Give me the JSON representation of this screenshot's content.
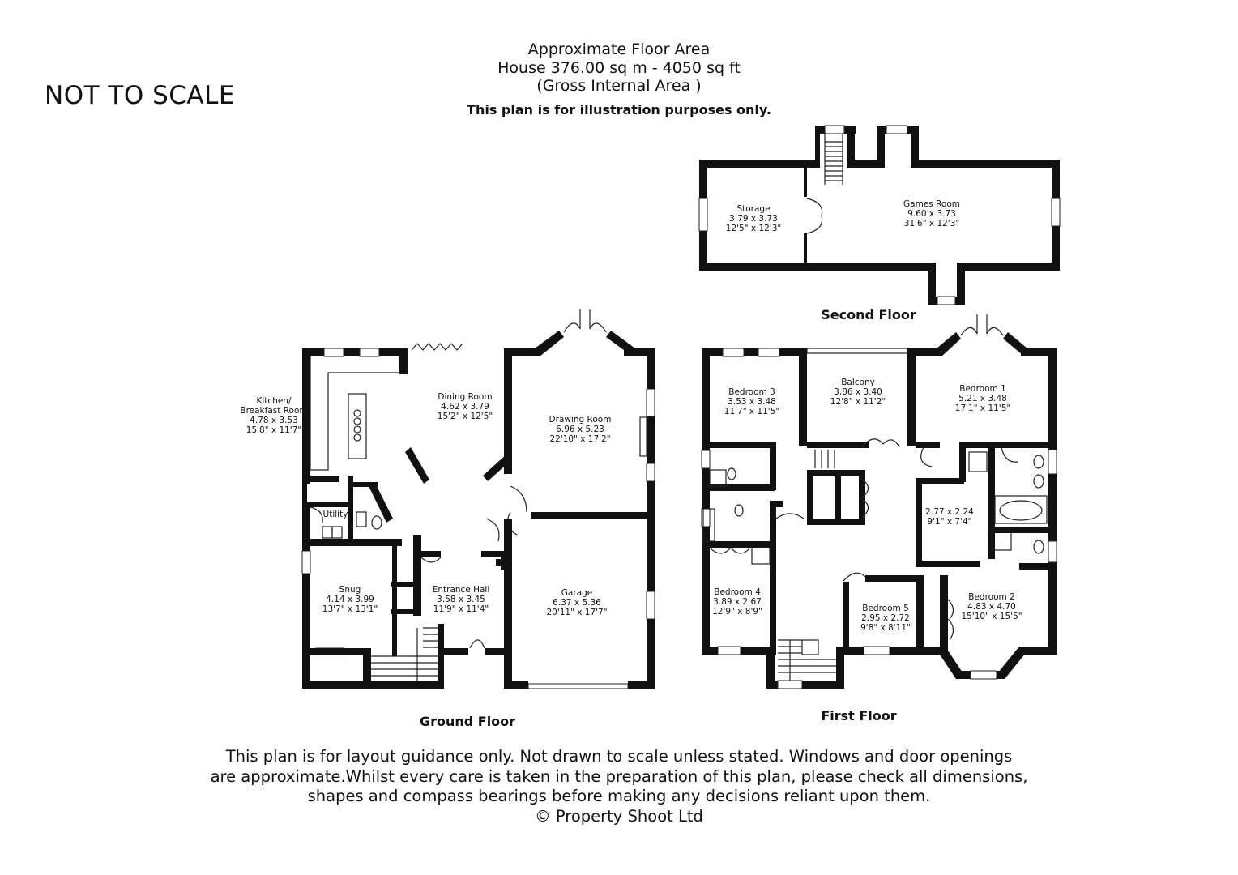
{
  "header": {
    "line1": "Approximate Floor Area",
    "line2": "House 376.00 sq m - 4050 sq ft",
    "line3": "(Gross Internal Area )",
    "illustration": "This plan is for illustration purposes only.",
    "not_to_scale": "NOT TO SCALE"
  },
  "floors": {
    "ground": "Ground Floor",
    "first": "First Floor",
    "second": "Second Floor"
  },
  "rooms": {
    "kitchen": {
      "name1": "Kitchen/",
      "name2": "Breakfast Room",
      "metric": "4.78 x 3.53",
      "imperial": "15'8\" x 11'7\""
    },
    "dining": {
      "name": "Dining Room",
      "metric": "4.62 x 3.79",
      "imperial": "15'2\" x 12'5\""
    },
    "drawing": {
      "name": "Drawing Room",
      "metric": "6.96 x 5.23",
      "imperial": "22'10\" x 17'2\""
    },
    "utility": {
      "name": "Utility"
    },
    "snug": {
      "name": "Snug",
      "metric": "4.14 x 3.99",
      "imperial": "13'7\" x 13'1\""
    },
    "hall": {
      "name": "Entrance Hall",
      "metric": "3.58 x 3.45",
      "imperial": "11'9\" x 11'4\""
    },
    "garage": {
      "name": "Garage",
      "metric": "6.37 x 5.36",
      "imperial": "20'11\" x 17'7\""
    },
    "storage": {
      "name": "Storage",
      "metric": "3.79 x 3.73",
      "imperial": "12'5\" x 12'3\""
    },
    "games": {
      "name": "Games Room",
      "metric": "9.60 x 3.73",
      "imperial": "31'6\" x 12'3\""
    },
    "bed3": {
      "name": "Bedroom 3",
      "metric": "3.53 x 3.48",
      "imperial": "11'7\" x 11'5\""
    },
    "balcony": {
      "name": "Balcony",
      "metric": "3.86 x 3.40",
      "imperial": "12'8\" x 11'2\""
    },
    "bed1": {
      "name": "Bedroom 1",
      "metric": "5.21 x 3.48",
      "imperial": "17'1\" x 11'5\""
    },
    "dressing": {
      "metric": "2.77 x 2.24",
      "imperial": "9'1\" x 7'4\""
    },
    "bed4": {
      "name": "Bedroom 4",
      "metric": "3.89 x 2.67",
      "imperial": "12'9\" x 8'9\""
    },
    "bed5": {
      "name": "Bedroom 5",
      "metric": "2.95 x 2.72",
      "imperial": "9'8\" x 8'11\""
    },
    "bed2": {
      "name": "Bedroom 2",
      "metric": "4.83 x 4.70",
      "imperial": "15'10\" x 15'5\""
    }
  },
  "footer": {
    "line1": "This plan is for layout guidance only. Not drawn to scale unless stated. Windows and door openings",
    "line2": "are approximate.Whilst every care is taken in the preparation of this plan, please check all dimensions,",
    "line3": "shapes and compass bearings before making any decisions reliant upon them.",
    "copyright": "© Property Shoot Ltd"
  }
}
